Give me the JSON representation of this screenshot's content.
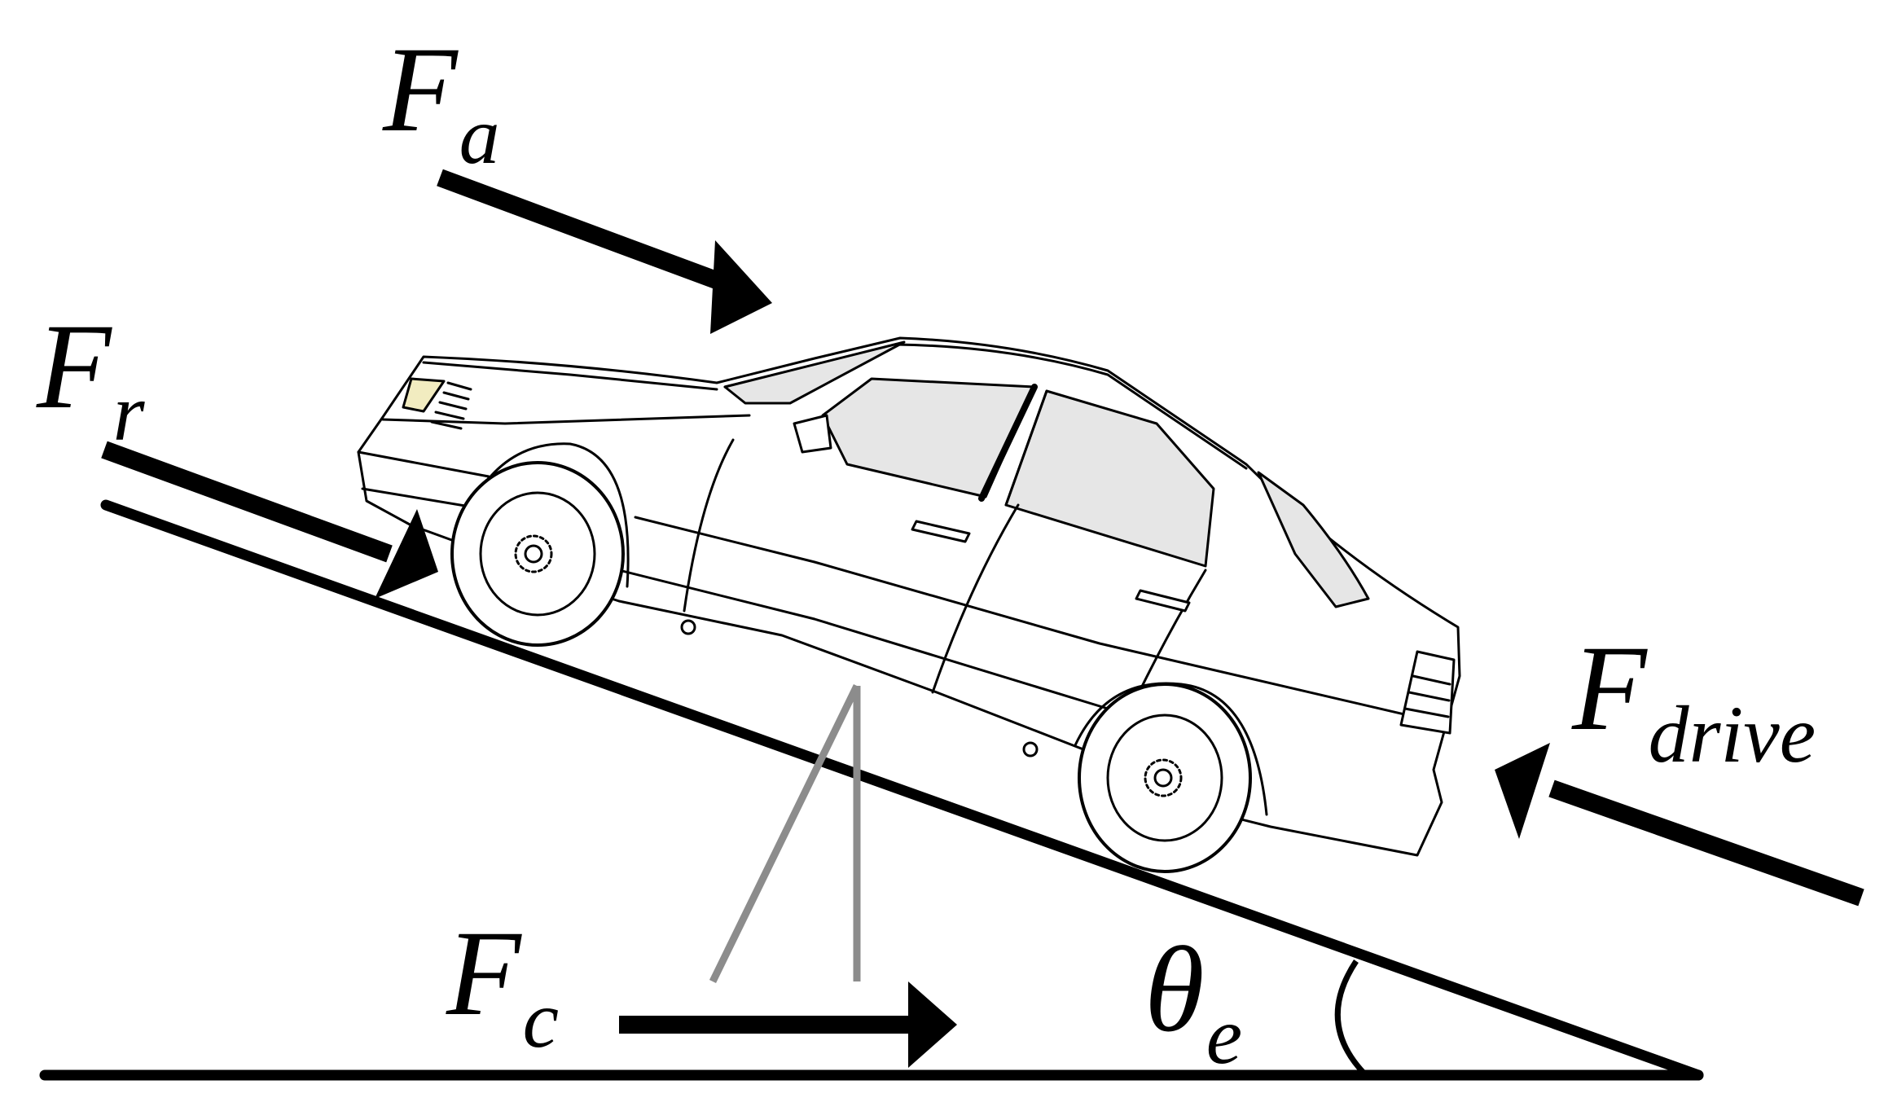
{
  "labels": {
    "fa": {
      "symbol": "F",
      "subscript": "a"
    },
    "fr": {
      "symbol": "F",
      "subscript": "r"
    },
    "fc": {
      "symbol": "F",
      "subscript": "c"
    },
    "fdrive": {
      "symbol": "F",
      "subscript": "drive"
    },
    "theta": {
      "symbol": "θ",
      "subscript": "e"
    }
  },
  "colors": {
    "ink": "#000000",
    "support_lines": "#8c8c8c",
    "window_glass": "#e6e6e6",
    "headlight": "#f2ecc0",
    "car_body": "#ffffff"
  },
  "icons": [
    "car-illustration",
    "force-arrow",
    "angle-arc"
  ]
}
